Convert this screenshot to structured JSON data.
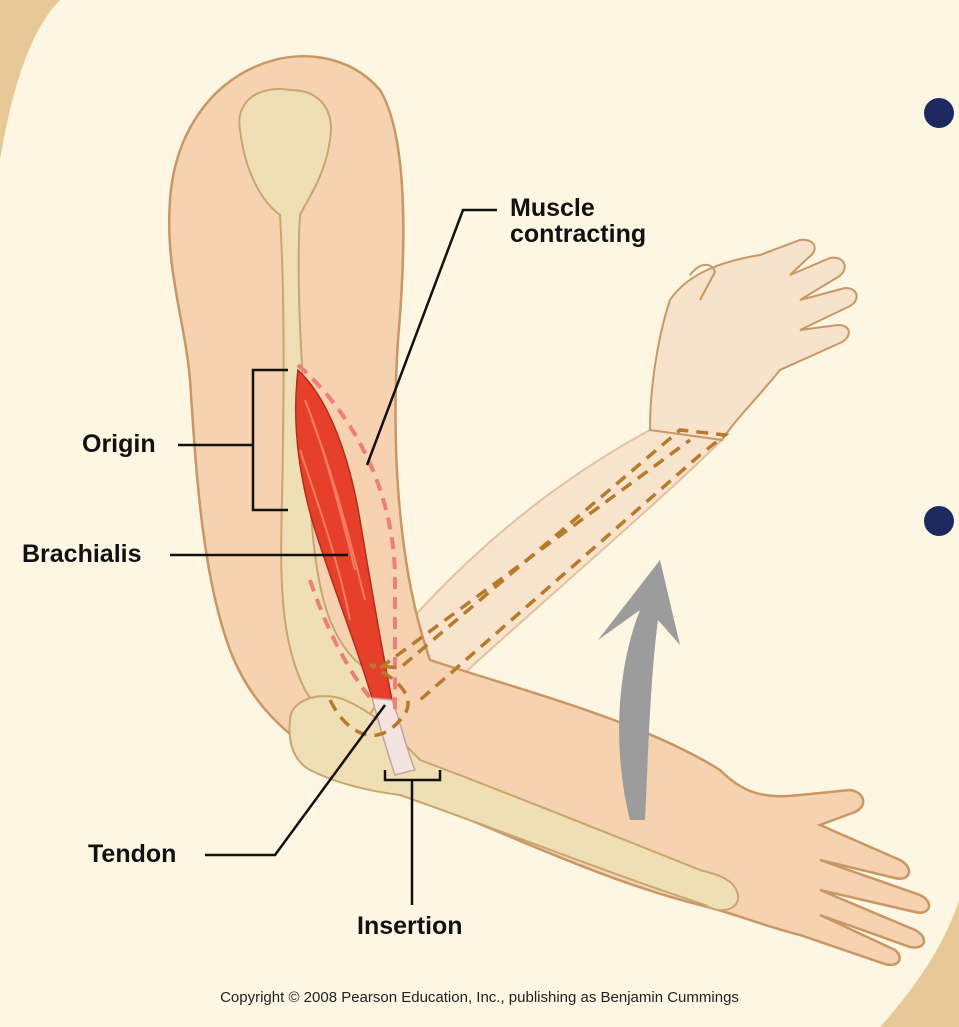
{
  "labels": {
    "muscle_contracting_line1": "Muscle",
    "muscle_contracting_line2": "contracting",
    "origin": "Origin",
    "brachialis": "Brachialis",
    "tendon": "Tendon",
    "insertion": "Insertion"
  },
  "copyright": "Copyright © 2008 Pearson Education, Inc., publishing as Benjamin Cummings",
  "colors": {
    "background": "#e6c996",
    "slide": "#fdf6e3",
    "skin": "#f6d2b1",
    "skin_outline": "#c99765",
    "bone": "#f0dfb4",
    "bone_shade": "#c8a670",
    "muscle": "#e6402a",
    "muscle_dashed": "#ef7e78",
    "forearm_dashed": "#b57a2a",
    "arrow": "#9c9c9c",
    "bullet": "#1d2a60"
  }
}
